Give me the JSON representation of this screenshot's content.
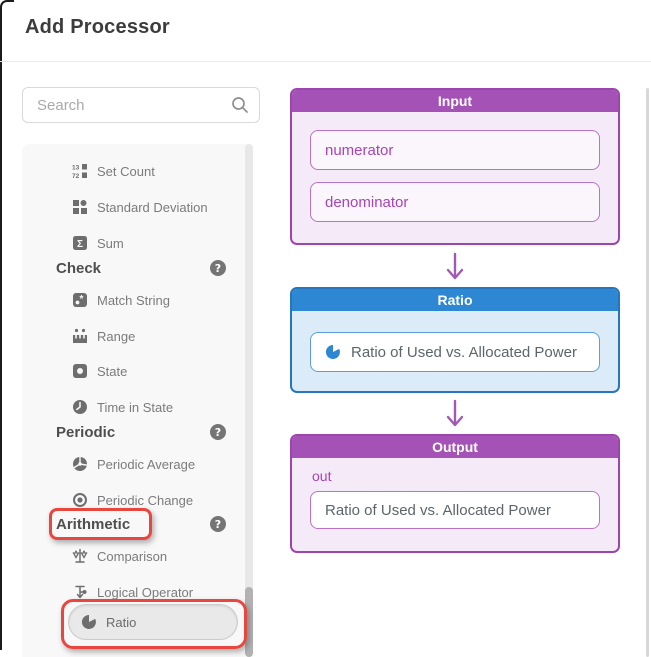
{
  "dialog": {
    "title": "Add Processor"
  },
  "search": {
    "placeholder": "Search"
  },
  "sidebar": {
    "rows": [
      {
        "type": "item",
        "label": "Set Count",
        "icon": "set-count-icon"
      },
      {
        "type": "item",
        "label": "Standard Deviation",
        "icon": "grid-icon"
      },
      {
        "type": "item",
        "label": "Sum",
        "icon": "sigma-icon"
      },
      {
        "type": "header",
        "label": "Check",
        "help": true
      },
      {
        "type": "item",
        "label": "Match String",
        "icon": "match-string-icon"
      },
      {
        "type": "item",
        "label": "Range",
        "icon": "range-icon"
      },
      {
        "type": "item",
        "label": "State",
        "icon": "state-icon"
      },
      {
        "type": "item",
        "label": "Time in State",
        "icon": "clock-icon"
      },
      {
        "type": "header",
        "label": "Periodic",
        "help": true
      },
      {
        "type": "item",
        "label": "Periodic Average",
        "icon": "pie-segments-icon"
      },
      {
        "type": "item",
        "label": "Periodic Change",
        "icon": "radio-dot-icon"
      },
      {
        "type": "header",
        "label": "Arithmetic",
        "help": true,
        "annotated": true
      },
      {
        "type": "item",
        "label": "Comparison",
        "icon": "scales-icon"
      },
      {
        "type": "item",
        "label": "Logical Operator",
        "icon": "logic-branch-icon"
      },
      {
        "type": "item",
        "label": "Ratio",
        "icon": "pie-chart-icon",
        "selected": true,
        "annotated": true
      }
    ]
  },
  "flow": {
    "input": {
      "title": "Input",
      "fields": [
        "numerator",
        "denominator"
      ]
    },
    "processor": {
      "title": "Ratio",
      "icon": "pie-chart-icon",
      "name": "Ratio of Used vs. Allocated Power"
    },
    "output": {
      "title": "Output",
      "port": "out",
      "value": "Ratio of Used vs. Allocated Power"
    }
  },
  "colors": {
    "accent_purple": "#a552b6",
    "accent_blue": "#2d87d3",
    "annotation_red": "#e8473f"
  }
}
